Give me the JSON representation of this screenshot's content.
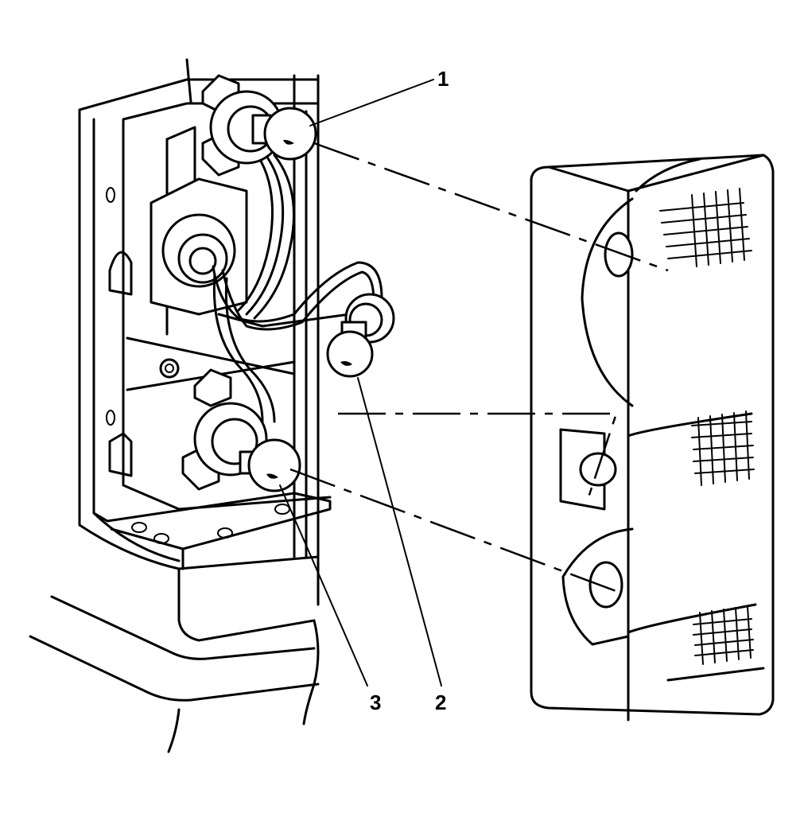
{
  "callouts": [
    {
      "label": "1",
      "part": "bulb-1"
    },
    {
      "label": "2",
      "part": "bulb-2"
    },
    {
      "label": "3",
      "part": "bulb-3"
    }
  ],
  "colors": {
    "line": "#000000",
    "background": "#ffffff"
  }
}
